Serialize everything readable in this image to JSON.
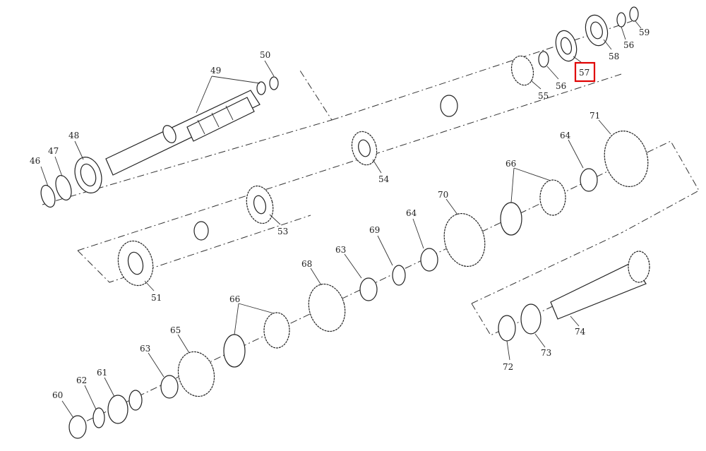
{
  "diagram": {
    "highlight_color": "#e00000",
    "labels": {
      "l46": "46",
      "l47": "47",
      "l48": "48",
      "l49": "49",
      "l50": "50",
      "l51": "51",
      "l53": "53",
      "l54": "54",
      "l55": "55",
      "l56a": "56",
      "l57": "57",
      "l58": "58",
      "l56b": "56",
      "l59": "59",
      "l60": "60",
      "l61": "61",
      "l62": "62",
      "l63a": "63",
      "l65": "65",
      "l66a": "66",
      "l68": "68",
      "l63b": "63",
      "l69": "69",
      "l64a": "64",
      "l70": "70",
      "l66b": "66",
      "l64b": "64",
      "l71": "71",
      "l72": "72",
      "l73": "73",
      "l74": "74"
    }
  }
}
